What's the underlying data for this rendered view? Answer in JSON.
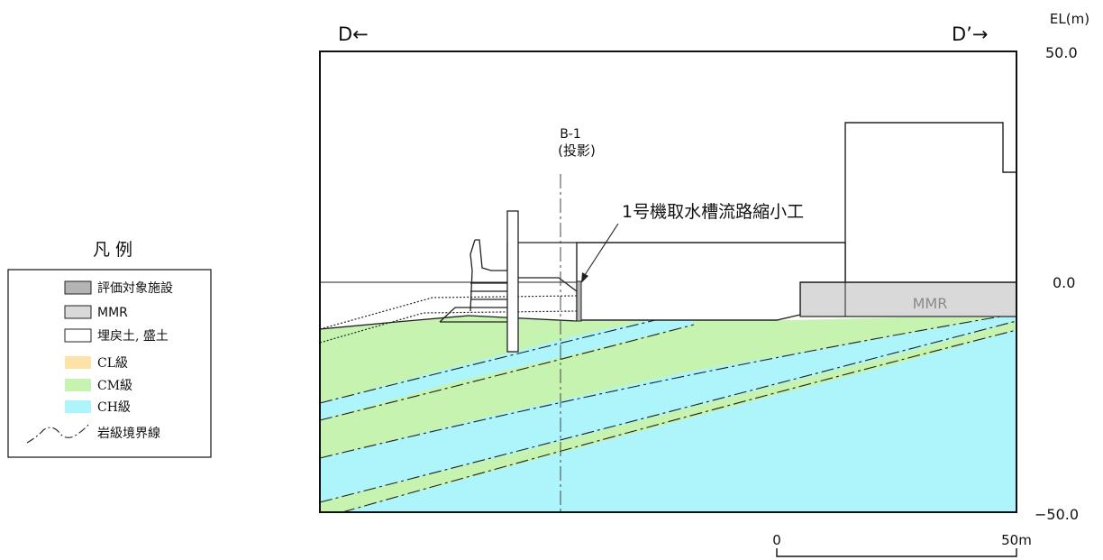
{
  "section": {
    "left_label": "D←",
    "right_label": "D’→",
    "axis_unit": "EL(m)",
    "el_ticks": [
      "50.0",
      "0.0",
      "−50.0"
    ],
    "borehole_label": "B-1",
    "borehole_sub": "(投影)",
    "structure_label": "1号機取水槽流路縮小工",
    "mmr_label": "MMR"
  },
  "scale_bar": {
    "start": "0",
    "end": "50m"
  },
  "legend": {
    "title": "凡 例",
    "items": [
      {
        "label": "評価対象施設",
        "color": "#b4b4b4"
      },
      {
        "label": "MMR",
        "color": "#d9d9d9"
      },
      {
        "label": "埋戻土, 盛土",
        "color": "#ffffff"
      },
      {
        "label": "CL級",
        "color": "#fde3a8"
      },
      {
        "label": "CM級",
        "color": "#c6f3b0"
      },
      {
        "label": "CH級",
        "color": "#aef5fb"
      }
    ],
    "boundary_label": "岩級境界線"
  },
  "colors": {
    "cm": "#c6f3b0",
    "ch": "#aef5fb",
    "mmr": "#d9d9d9",
    "facility": "#b4b4b4"
  }
}
